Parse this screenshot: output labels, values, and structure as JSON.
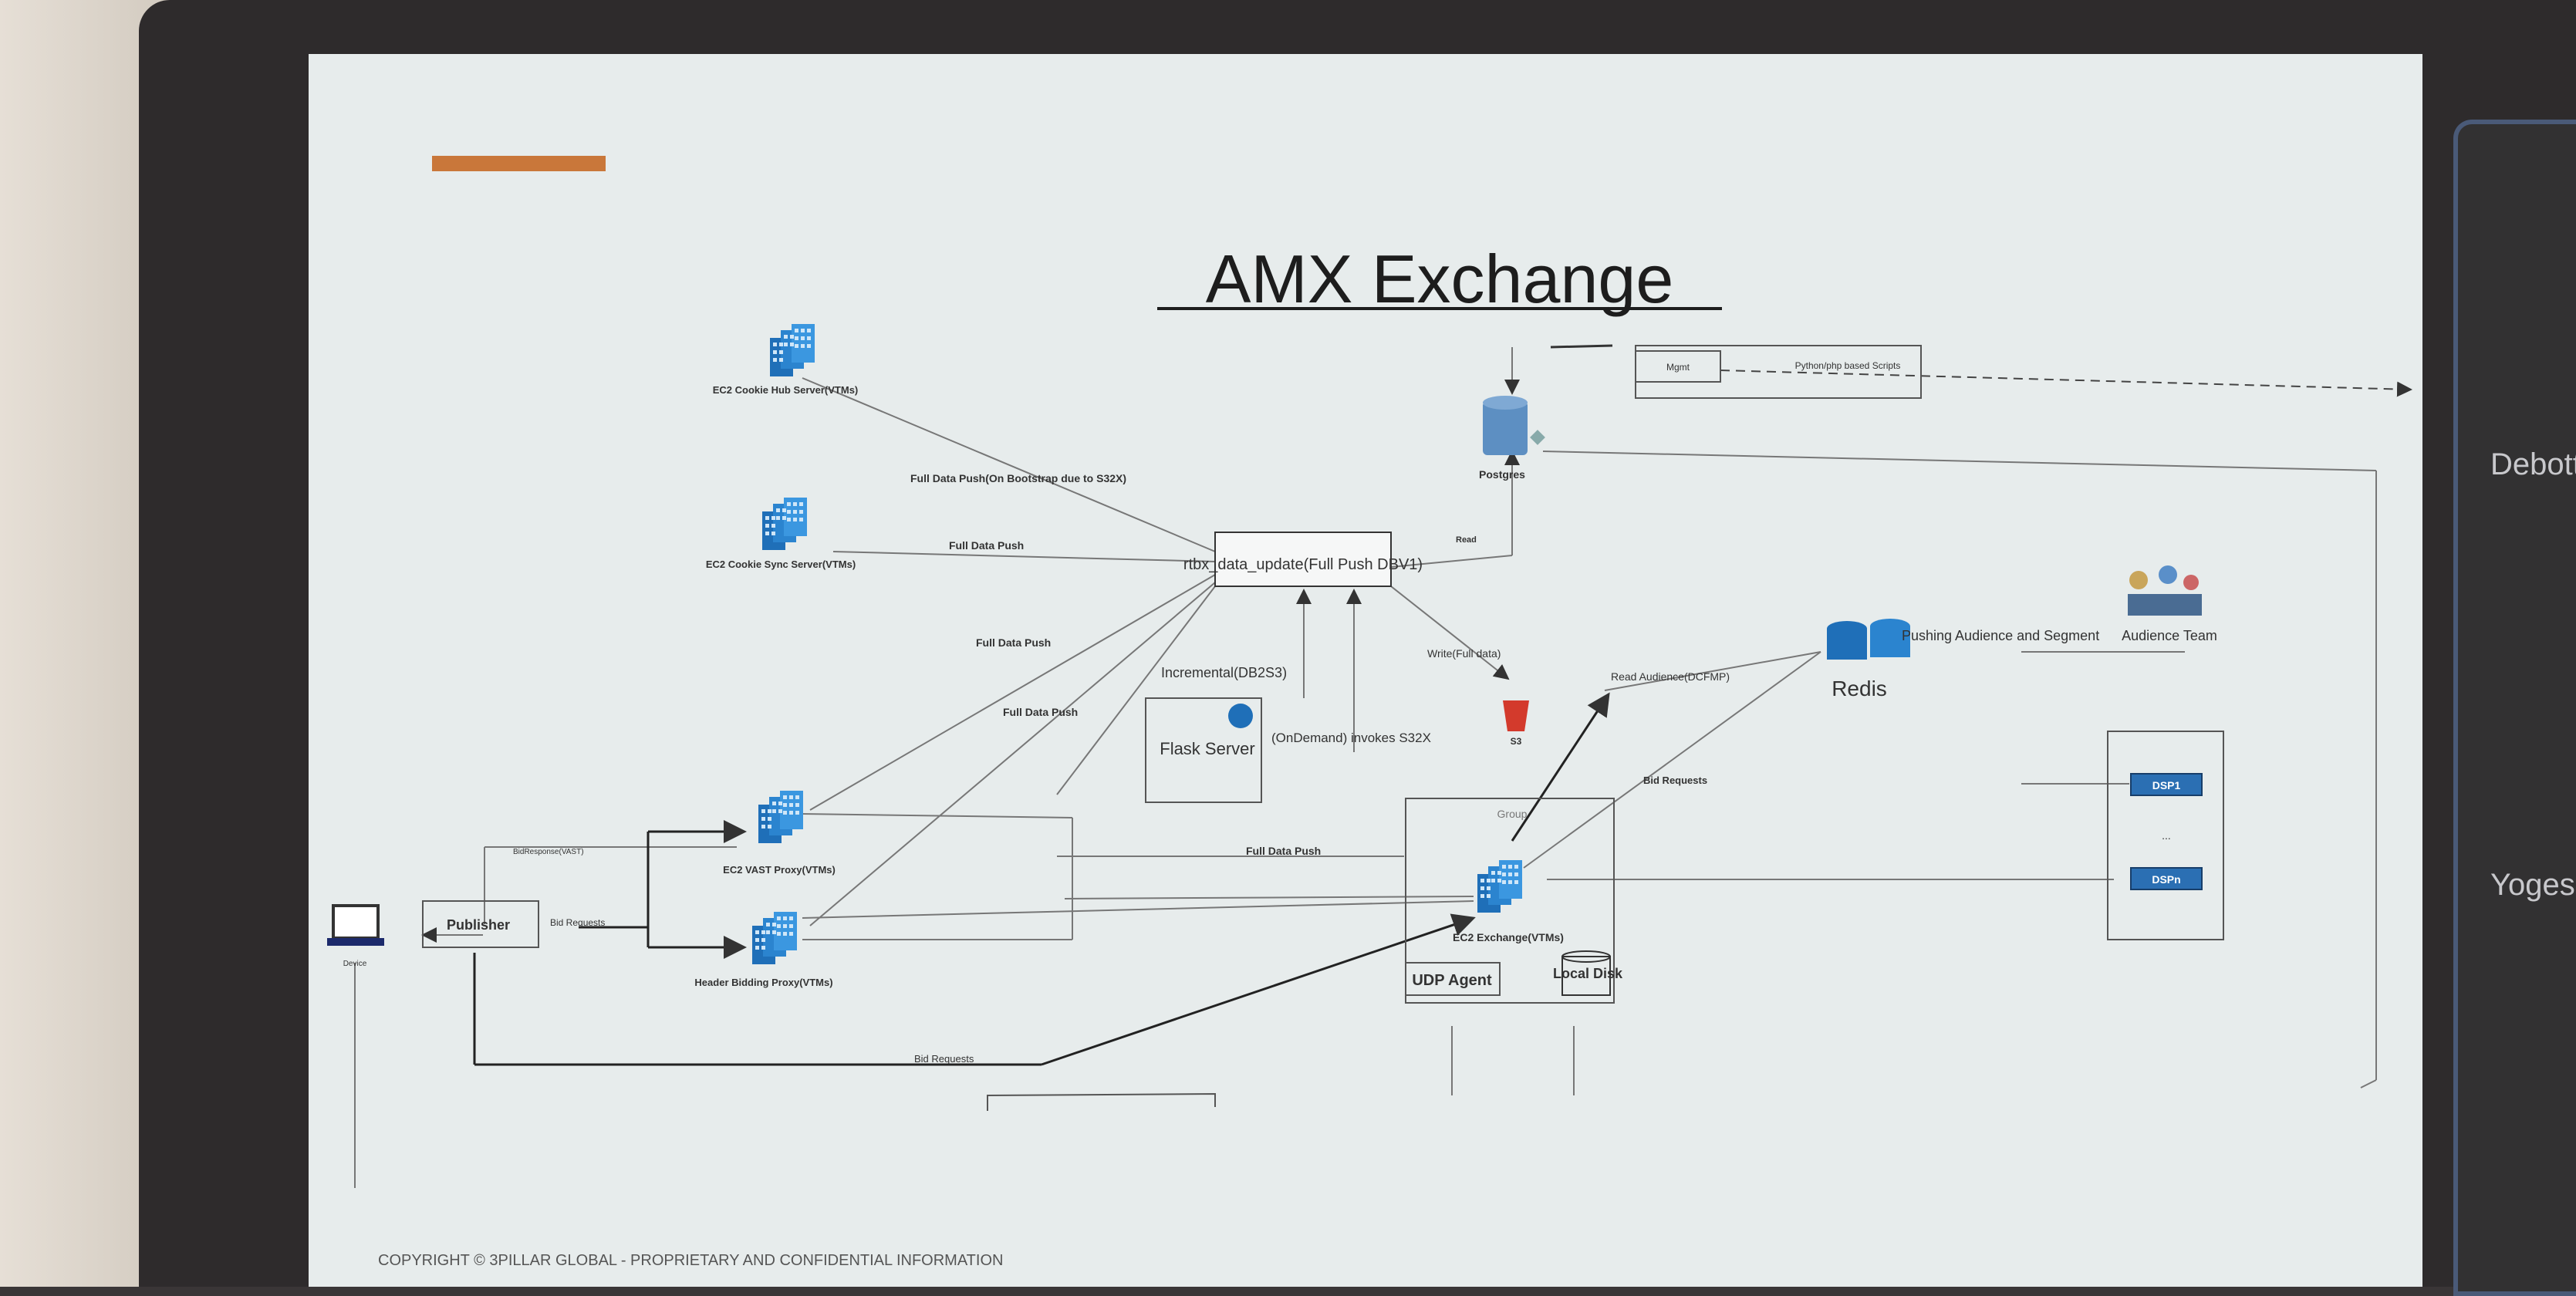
{
  "title": "AMX Exchange",
  "footer": "COPYRIGHT © 3PILLAR GLOBAL - PROPRIETARY AND CONFIDENTIAL INFORMATION",
  "side_panel": {
    "name1": "Debott",
    "name2": "Yoges"
  },
  "nodes": {
    "cookie_hub": "EC2 Cookie Hub Server(VTMs)",
    "cookie_sync": "EC2 Cookie Sync Server(VTMs)",
    "vast_proxy": "EC2 VAST Proxy(VTMs)",
    "header_bidding": "Header Bidding Proxy(VTMs)",
    "publisher": "Publisher",
    "device": "Device",
    "rtbx": "rtbx_data_update(Full Push DBV1)",
    "flask": "Flask Server",
    "postgres": "Postgres",
    "s3": "S3",
    "redis": "Redis",
    "audience_team": "Audience Team",
    "mgmt": "Mgmt",
    "scripts": "Python/php based Scripts",
    "group": "Group",
    "exchange": "EC2 Exchange(VTMs)",
    "udp_agent": "UDP Agent",
    "local_disk": "Local Disk",
    "dsp1": "DSP1",
    "dspn": "DSPn",
    "ellipsis": "..."
  },
  "edges": {
    "full_push_bootstrap": "Full Data Push(On Bootstrap due to S32X)",
    "full_push": "Full Data Push",
    "read": "Read",
    "incremental": "Incremental(DB2S3)",
    "on_demand": "(OnDemand) invokes S32X",
    "write_full": "Write(Full data)",
    "read_audience": "Read Audience(DCFMP)",
    "pushing_audience": "Pushing Audience and Segment",
    "bid_requests": "Bid Requests",
    "bid_response": "BidResponse(VAST)"
  }
}
